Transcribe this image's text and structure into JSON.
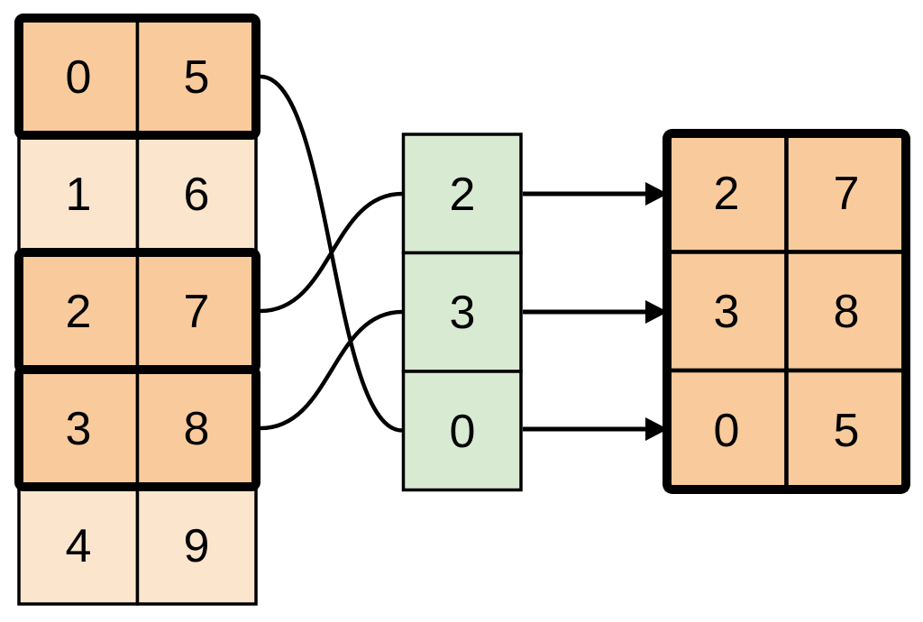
{
  "source_table": {
    "rows": [
      {
        "cells": [
          "0",
          "5"
        ],
        "highlighted": true
      },
      {
        "cells": [
          "1",
          "6"
        ],
        "highlighted": false
      },
      {
        "cells": [
          "2",
          "7"
        ],
        "highlighted": true
      },
      {
        "cells": [
          "3",
          "8"
        ],
        "highlighted": true
      },
      {
        "cells": [
          "4",
          "9"
        ],
        "highlighted": false
      }
    ]
  },
  "index_column": {
    "cells": [
      "2",
      "3",
      "0"
    ]
  },
  "result_table": {
    "rows": [
      {
        "cells": [
          "2",
          "7"
        ]
      },
      {
        "cells": [
          "3",
          "8"
        ]
      },
      {
        "cells": [
          "0",
          "5"
        ]
      }
    ]
  },
  "connections": {
    "curves": [
      {
        "from_source_row": 0,
        "to_index_position": 2
      },
      {
        "from_source_row": 2,
        "to_index_position": 0
      },
      {
        "from_source_row": 3,
        "to_index_position": 1
      }
    ],
    "arrows": [
      {
        "from_index_position": 0,
        "to_result_row": 0
      },
      {
        "from_index_position": 1,
        "to_result_row": 1
      },
      {
        "from_index_position": 2,
        "to_result_row": 2
      }
    ]
  },
  "colors": {
    "highlight_fill": "#F9CB9C",
    "muted_fill": "#FCE5CD",
    "index_fill": "#D9EAD3",
    "result_fill": "#F9CB9C",
    "line": "#000000",
    "background": "#FFFFFF"
  }
}
